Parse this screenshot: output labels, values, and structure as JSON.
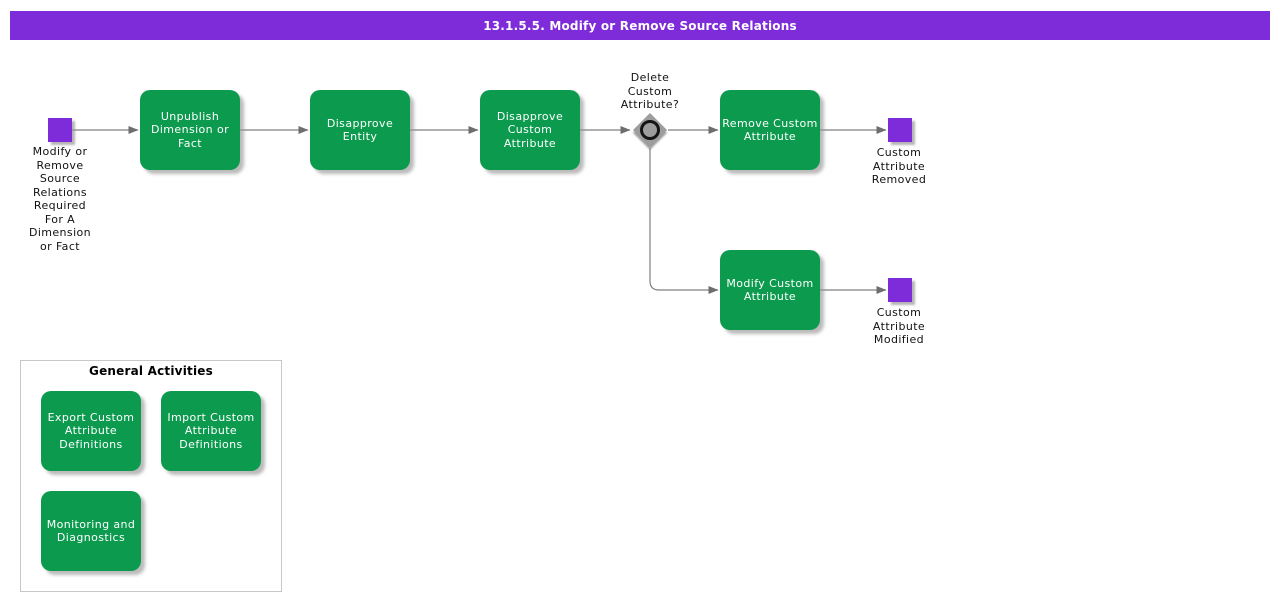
{
  "title": "13.1.5.5. Modify or Remove Source Relations",
  "colors": {
    "header_bg": "#7E2BD9",
    "node_purple": "#7E2BD9",
    "activity_green": "#0C9B4E",
    "activity_text": "#FFFFFF",
    "connector_gray": "#808080",
    "diamond_gray": "#9D9D9D",
    "panel_border": "#C8C8C8",
    "label_text": "#111111"
  },
  "nodes": {
    "start": {
      "label": "Modify or\nRemove\nSource\nRelations\nRequired\nFor A\nDimension\nor Fact"
    },
    "unpublish": {
      "label": "Unpublish\nDimension or\nFact"
    },
    "disapprove_entity": {
      "label": "Disapprove\nEntity"
    },
    "disapprove_custom_attribute": {
      "label": "Disapprove\nCustom\nAttribute"
    },
    "decision": {
      "label": "Delete\nCustom\nAttribute?"
    },
    "remove_custom_attribute": {
      "label": "Remove Custom\nAttribute"
    },
    "end_removed": {
      "label": "Custom\nAttribute\nRemoved"
    },
    "modify_custom_attribute": {
      "label": "Modify Custom\nAttribute"
    },
    "end_modified": {
      "label": "Custom\nAttribute\nModified"
    }
  },
  "general_activities": {
    "title": "General Activities",
    "items": {
      "export": {
        "label": "Export Custom\nAttribute\nDefinitions"
      },
      "import": {
        "label": "Import Custom\nAttribute\nDefinitions"
      },
      "monitoring": {
        "label": "Monitoring and\nDiagnostics"
      }
    }
  }
}
